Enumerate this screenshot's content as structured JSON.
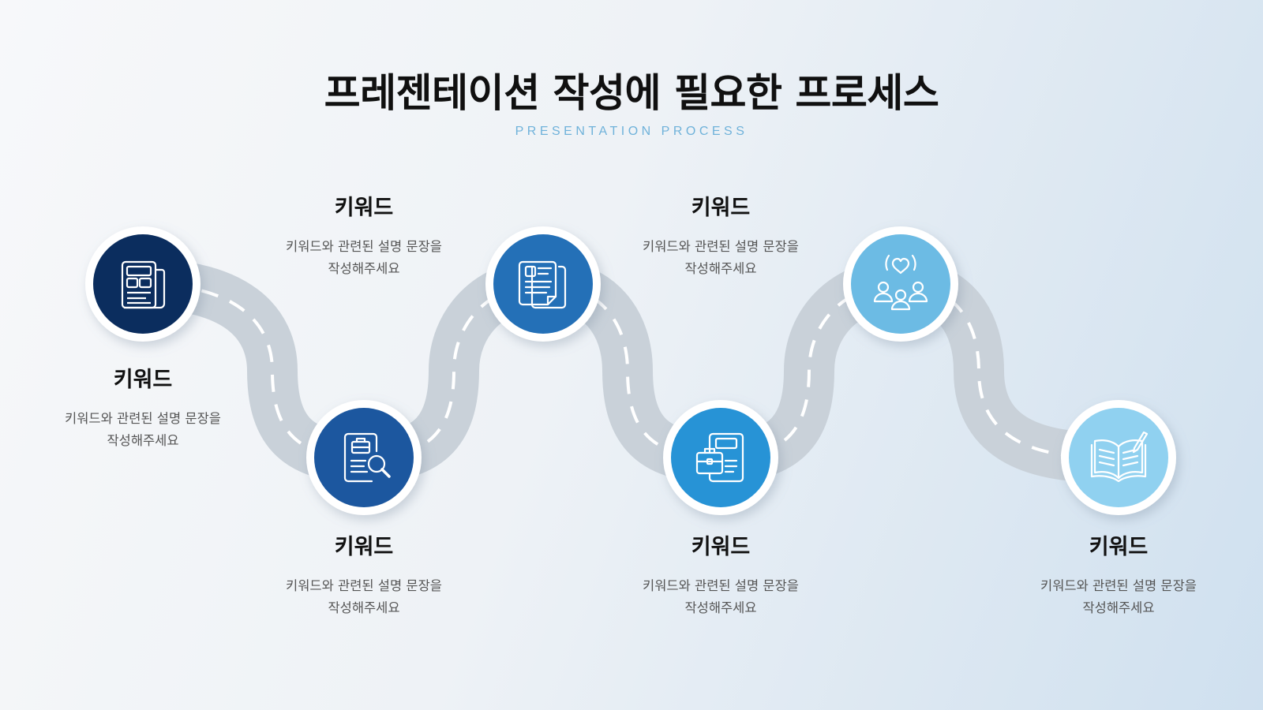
{
  "title": "프레젠테이션 작성에 필요한 프로세스",
  "subtitle": "PRESENTATION PROCESS",
  "colors": {
    "road": "#c9d1d9",
    "road_dash": "#ffffff",
    "ring": "#ffffff"
  },
  "steps": [
    {
      "icon": "newspaper-icon",
      "color": "#0b2d5e",
      "title": "키워드",
      "desc_line1": "키워드와 관련된 설명 문장을",
      "desc_line2": "작성해주세요"
    },
    {
      "icon": "document-search-icon",
      "color": "#1c579f",
      "title": "키워드",
      "desc_line1": "키워드와 관련된 설명 문장을",
      "desc_line2": "작성해주세요"
    },
    {
      "icon": "documents-icon",
      "color": "#2470b7",
      "title": "키워드",
      "desc_line1": "키워드와 관련된 설명 문장을",
      "desc_line2": "작성해주세요"
    },
    {
      "icon": "briefcase-document-icon",
      "color": "#2793d6",
      "title": "키워드",
      "desc_line1": "키워드와 관련된 설명 문장을",
      "desc_line2": "작성해주세요"
    },
    {
      "icon": "team-heart-icon",
      "color": "#6cbbe4",
      "title": "키워드",
      "desc_line1": "키워드와 관련된 설명 문장을",
      "desc_line2": "작성해주세요"
    },
    {
      "icon": "open-book-pen-icon",
      "color": "#90d1f0",
      "title": "키워드",
      "desc_line1": "키워드와 관련된 설명 문장을",
      "desc_line2": "작성해주세요"
    }
  ]
}
